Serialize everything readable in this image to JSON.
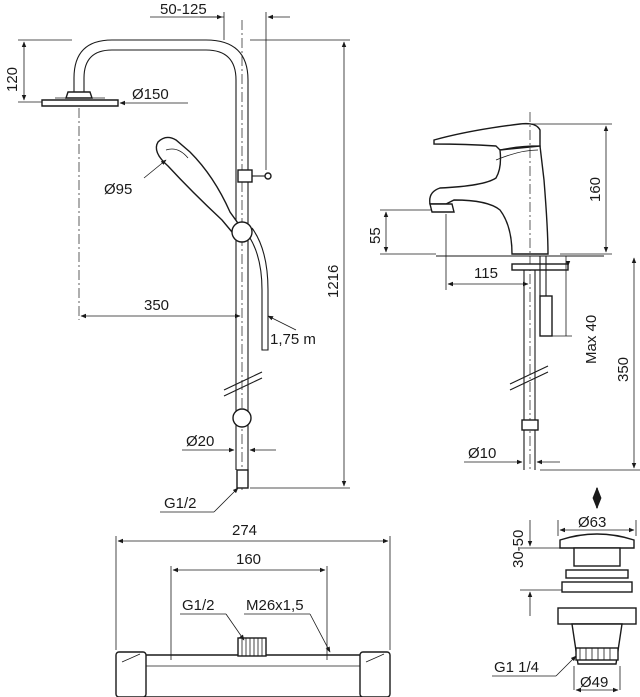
{
  "dimensions": {
    "shower_offset": "50-125",
    "head_height": "120",
    "head_diameter": "Ø150",
    "hand_diameter": "Ø95",
    "column_height": "1216",
    "head_reach": "350",
    "hose_length": "1,75 m",
    "pipe_diameter": "Ø20",
    "shower_thread": "G1/2",
    "thermo_width": "274",
    "thermo_centers": "160",
    "thermo_thread": "G1/2",
    "thermo_nut": "M26x1,5",
    "spout_height": "55",
    "tap_height": "160",
    "spout_reach": "115",
    "deck_max": "Max 40",
    "tail_length": "350",
    "tail_diameter": "Ø10",
    "waste_diameter": "Ø63",
    "waste_stroke": "30-50",
    "waste_thread": "G1 1/4",
    "waste_body_diameter": "Ø49"
  }
}
